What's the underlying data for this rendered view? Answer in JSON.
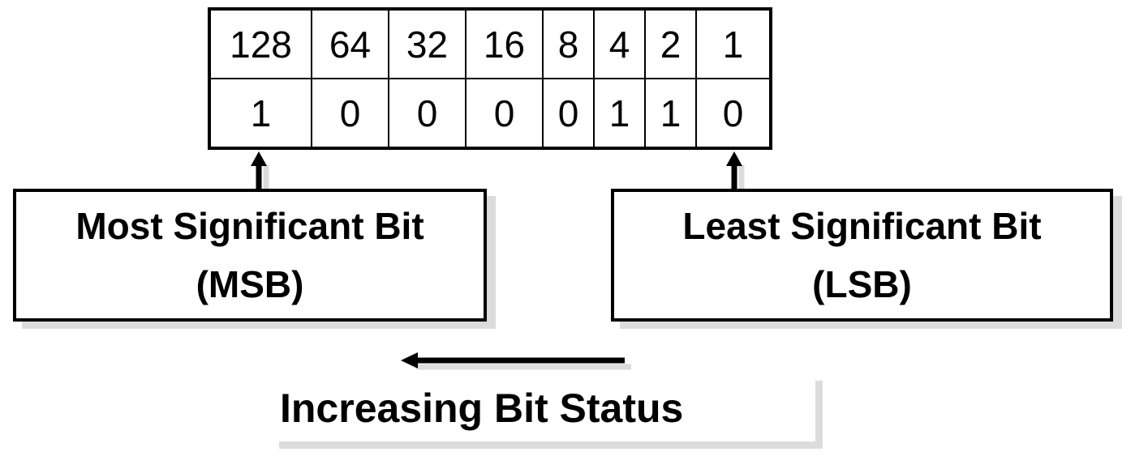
{
  "bit_table": {
    "weights": [
      "128",
      "64",
      "32",
      "16",
      "8",
      "4",
      "2",
      "1"
    ],
    "bits": [
      "1",
      "0",
      "0",
      "0",
      "0",
      "1",
      "1",
      "0"
    ]
  },
  "msb": {
    "line1": "Most Significant Bit",
    "line2": "(MSB)"
  },
  "lsb": {
    "line1": "Least Significant Bit",
    "line2": "(LSB)"
  },
  "direction_label": "Increasing Bit Status",
  "colors": {
    "line": "#000000",
    "shadow": "#dcdcdc",
    "background": "#ffffff"
  }
}
